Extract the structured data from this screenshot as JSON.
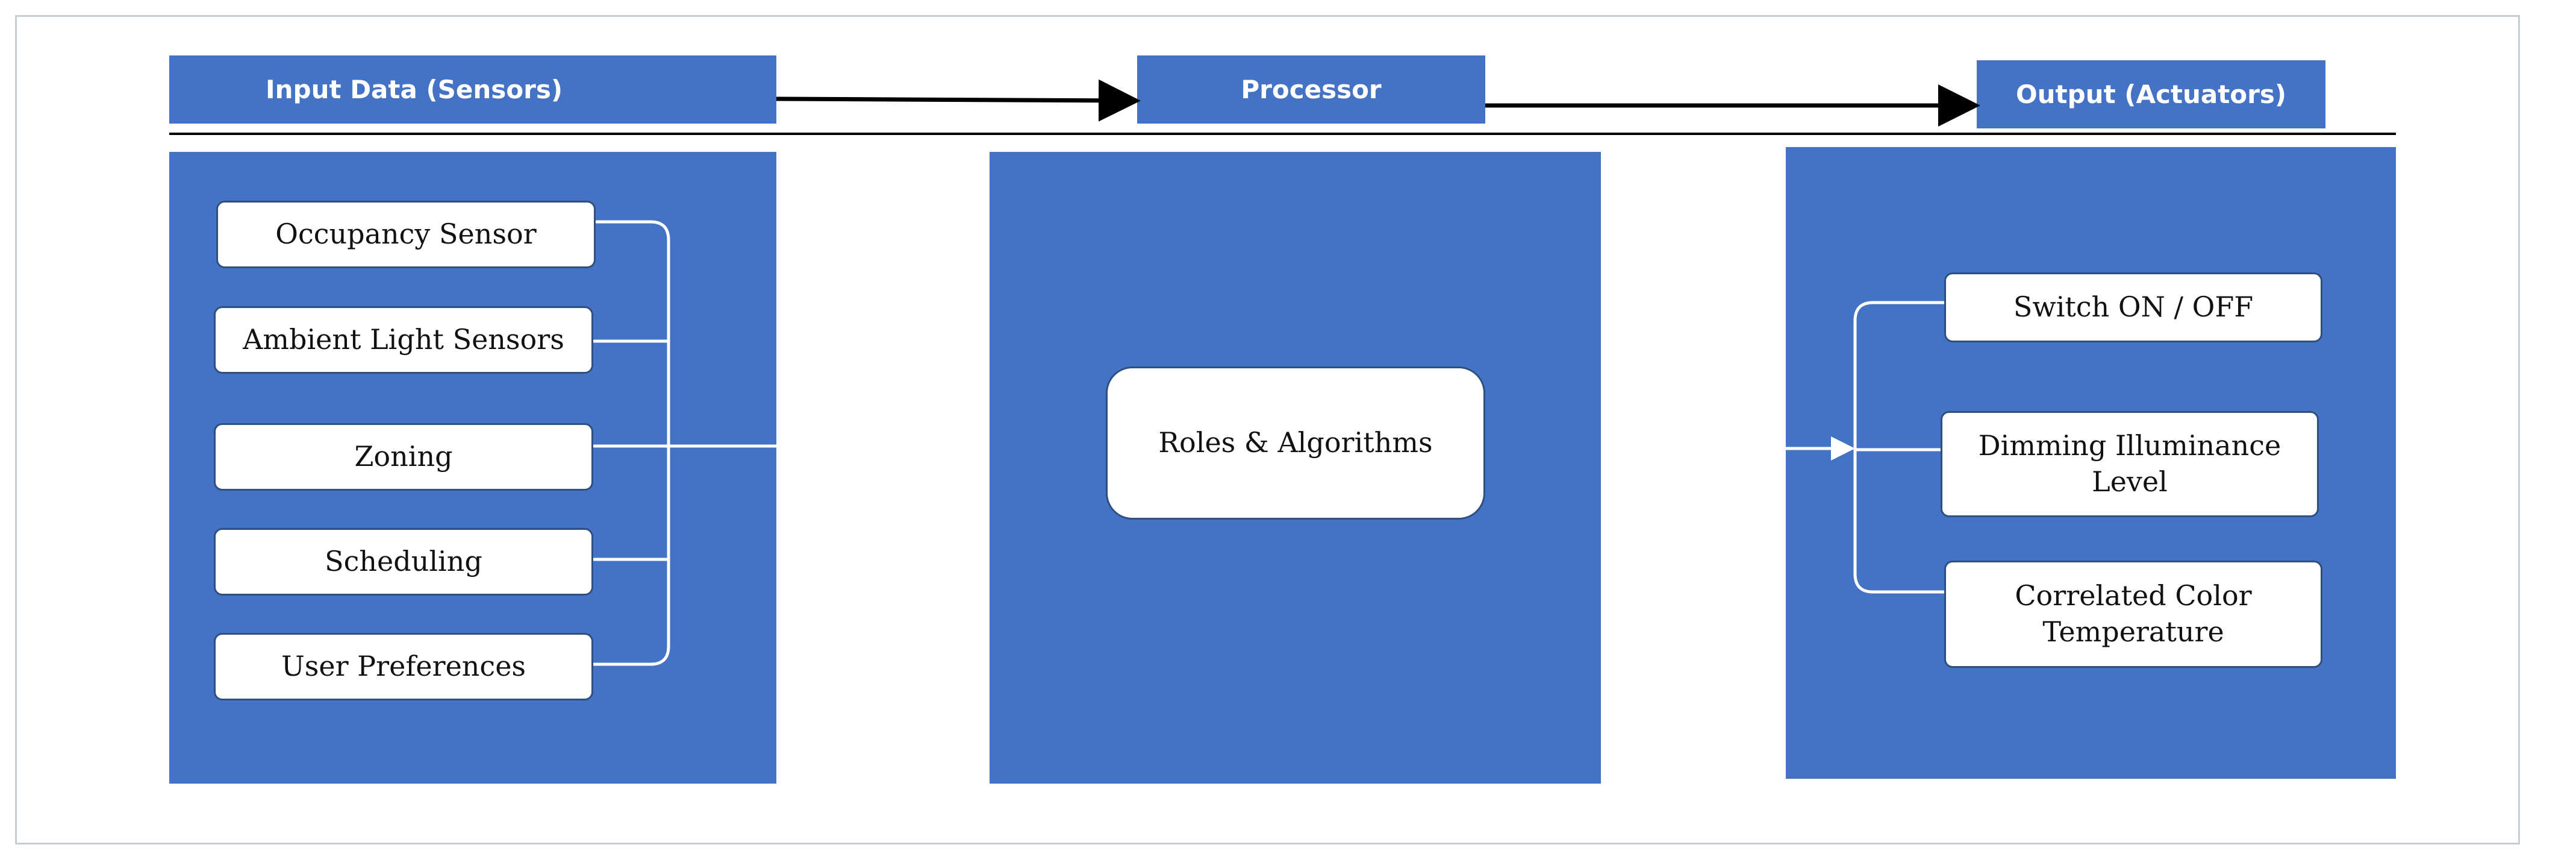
{
  "headers": {
    "input": "Input Data (Sensors)",
    "processor": "Processor",
    "output": "Output (Actuators)"
  },
  "inputs": [
    "Occupancy Sensor",
    "Ambient  Light Sensors",
    "Zoning",
    "Scheduling",
    "User Preferences"
  ],
  "processor_box": "Roles  & Algorithms",
  "outputs": [
    "Switch ON / OFF",
    "Dimming Illuminance Level",
    "Correlated  Color Temperature"
  ],
  "colors": {
    "panel": "#4472c4",
    "box_border": "#2f4f7f",
    "arrow": "#000000"
  }
}
